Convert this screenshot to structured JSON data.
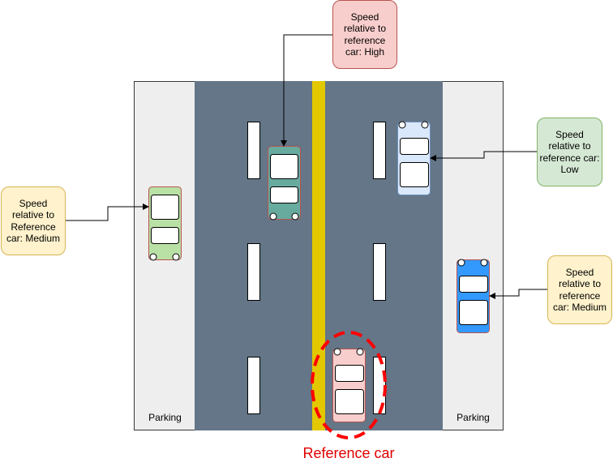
{
  "callouts": {
    "top_high": "Speed relative to reference car: High",
    "right_low": "Speed relative to reference car: Low",
    "left_medium": "Speed relative to Reference car: Medium",
    "right_medium": "Speed relative to reference car: Medium"
  },
  "labels": {
    "parking_left": "Parking",
    "parking_right": "Parking",
    "reference_car": "Reference car"
  },
  "colors": {
    "road": "#647687",
    "sidewalk": "#eeeeee",
    "center_line": "#e3c800",
    "lane_marking": "#ffffff",
    "reference_highlight": "#ff0000",
    "car_parked_left": "#b9e0a5",
    "car_teal": "#67ab9f",
    "car_light_blue": "#dae8fc",
    "car_blue": "#3399ff",
    "car_reference": "#f8cecc"
  },
  "icons": {
    "cars": "car-top-view-icon",
    "arrows": "arrow-connector"
  }
}
